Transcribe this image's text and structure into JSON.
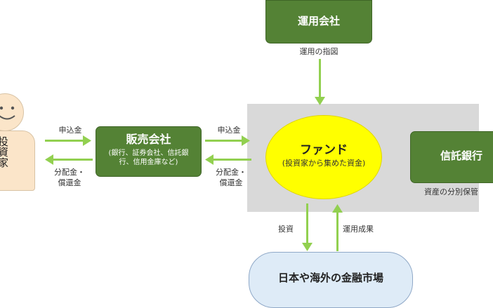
{
  "investor": {
    "label": "投資家"
  },
  "distributor": {
    "title": "販売会社",
    "sub": "(銀行、証券会社、信託銀行、信用金庫など)"
  },
  "management_company": {
    "title": "運用会社",
    "caption": "運用の指図"
  },
  "fund": {
    "title": "ファンド",
    "sub": "(投資家から集めた資金)"
  },
  "trust_bank": {
    "title": "信託銀行",
    "caption": "資産の分別保管"
  },
  "market": {
    "title": "日本や海外の金融市場"
  },
  "flows": {
    "application_1": "申込金",
    "payout_1": "分配金・償還金",
    "application_2": "申込金",
    "payout_2": "分配金・償還金",
    "invest": "投資",
    "returns": "運用成果"
  },
  "colors": {
    "green": "#548235",
    "arrow": "#92d050",
    "fund": "#ffff00",
    "market": "#deebf7",
    "panel": "#d9d9d9",
    "investor": "#fbe5c9"
  }
}
